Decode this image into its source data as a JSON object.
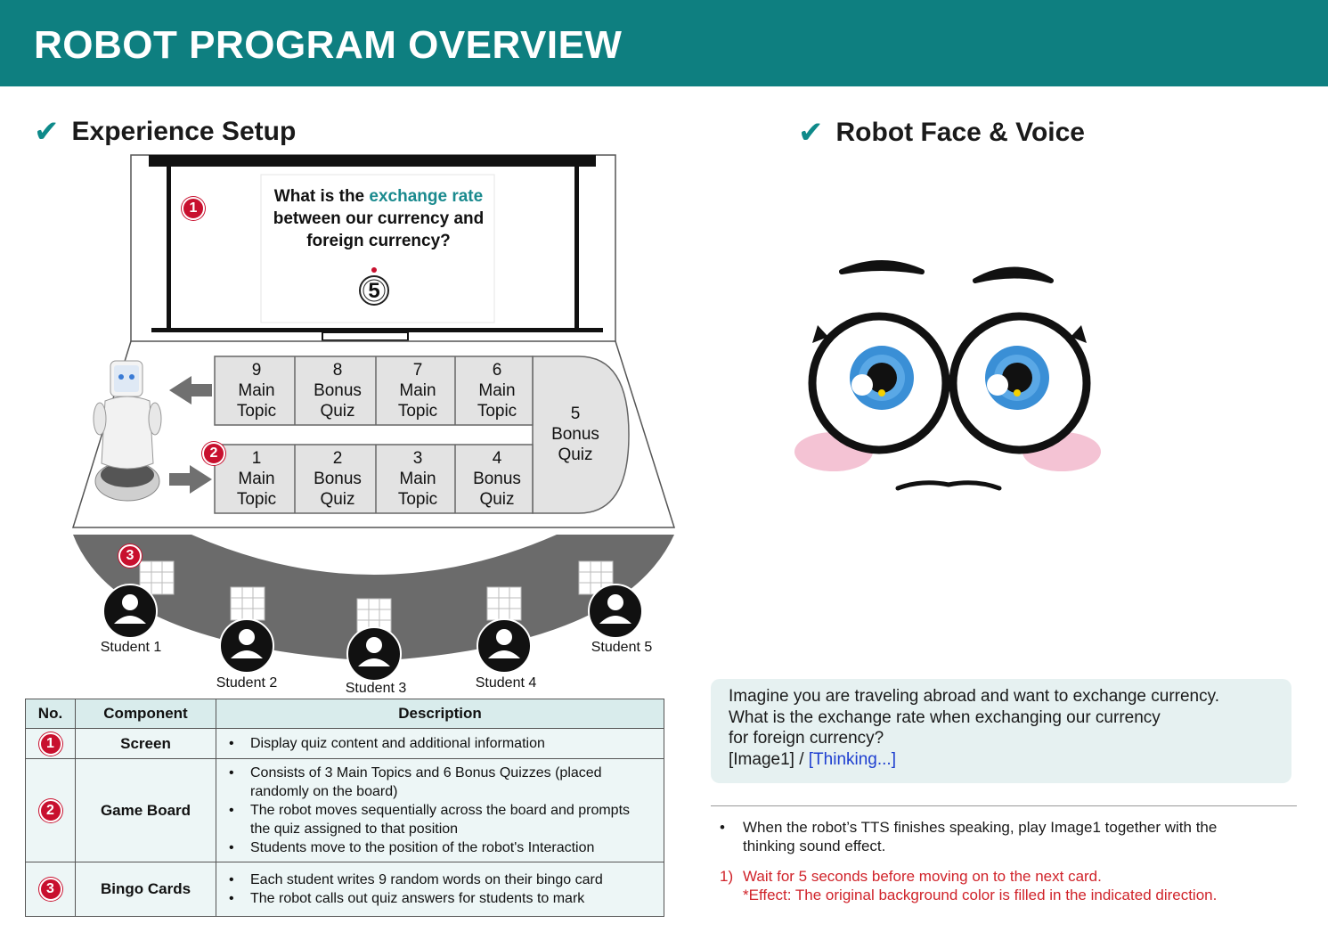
{
  "header": {
    "title": "ROBOT PROGRAM OVERVIEW"
  },
  "sections": {
    "left_title": "Experience Setup",
    "right_title": "Robot Face & Voice"
  },
  "screen": {
    "badge": "1",
    "q_part1": "What is the ",
    "q_highlight": "exchange rate",
    "q_part2": "between our currency and foreign currency?",
    "timer": "5"
  },
  "board": {
    "badge": "2",
    "cells": [
      {
        "num": "9",
        "label1": "Main",
        "label2": "Topic"
      },
      {
        "num": "8",
        "label1": "Bonus",
        "label2": "Quiz"
      },
      {
        "num": "7",
        "label1": "Main",
        "label2": "Topic"
      },
      {
        "num": "6",
        "label1": "Main",
        "label2": "Topic"
      },
      {
        "num": "5",
        "label1": "Bonus",
        "label2": "Quiz"
      },
      {
        "num": "1",
        "label1": "Main",
        "label2": "Topic"
      },
      {
        "num": "2",
        "label1": "Bonus",
        "label2": "Quiz"
      },
      {
        "num": "3",
        "label1": "Main",
        "label2": "Topic"
      },
      {
        "num": "4",
        "label1": "Bonus",
        "label2": "Quiz"
      }
    ]
  },
  "students": {
    "badge": "3",
    "labels": [
      "Student 1",
      "Student 2",
      "Student 3",
      "Student 4",
      "Student 5"
    ]
  },
  "table": {
    "headers": {
      "no": "No.",
      "component": "Component",
      "description": "Description"
    },
    "rows": [
      {
        "no": "1",
        "component": "Screen",
        "desc": [
          "Display quiz content and additional information"
        ]
      },
      {
        "no": "2",
        "component": "Game Board",
        "desc": [
          "Consists of 3 Main Topics and 6 Bonus Quizzes (placed randomly on the board)",
          "The robot moves sequentially across the board and prompts the quiz assigned to that position",
          "Students move to the position of the robot's Interaction"
        ]
      },
      {
        "no": "3",
        "component": "Bingo Cards",
        "desc": [
          "Each student writes 9 random words on their bingo card",
          "The robot calls out quiz answers for students to mark"
        ]
      }
    ]
  },
  "speech": {
    "line1": "Imagine you are traveling abroad and want to exchange currency.",
    "line2": "What is the exchange rate when exchanging our currency",
    "line3": "for foreign currency?",
    "image_ref": "[Image1] / ",
    "thinking": "[Thinking...]"
  },
  "notes": {
    "bullet": "When the robot’s TTS finishes speaking, play Image1 together with the thinking sound effect.",
    "red_num": "1)",
    "red_line1": "Wait for 5 seconds before moving on to the next card.",
    "red_line2": "*Effect: The original background color is filled in the indicated direction."
  },
  "colors": {
    "header_bg": "#0e7f80",
    "accent": "#1a8a8e",
    "badge_red": "#c8102e",
    "thinking_blue": "#1e3fd0",
    "note_red": "#d0232a"
  }
}
